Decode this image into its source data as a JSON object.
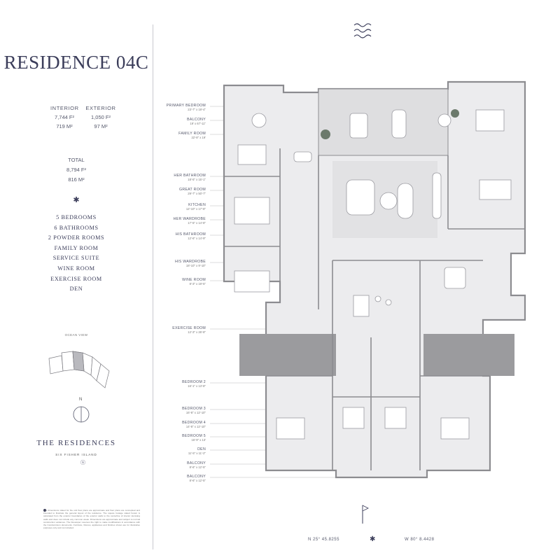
{
  "residence": {
    "title": "RESIDENCE 04C",
    "interior": {
      "label": "INTERIOR",
      "sqft": "7,744 F²",
      "sqm": "719 M²"
    },
    "exterior": {
      "label": "EXTERIOR",
      "sqft": "1,050 F²",
      "sqm": "97 M²"
    },
    "total": {
      "label": "TOTAL",
      "sqft": "8,794 F²",
      "sqm": "816 M²"
    },
    "star": "✱",
    "features": [
      "5 BEDROOMS",
      "6 BATHROOMS",
      "2 POWDER ROOMS",
      "FAMILY ROOM",
      "SERVICE SUITE",
      "WINE ROOM",
      "EXERCISE ROOM",
      "DEN"
    ]
  },
  "keyplan": {
    "ocean_label": "OCEAN VIEW",
    "north_label": "N"
  },
  "brand": {
    "name": "THE RESIDENCES",
    "sub": "SIX FISHER ISLAND",
    "icon": "ⓢ"
  },
  "disclaimer": "The dimensions stated for the unit floor plans are approximate and floor plans are conceptual and intended to illustrate the general layout of the residence. The square footage stated herein is calculated from the exterior boundaries of the exterior walls to the centerline of interior demising walls and does not include any common areas. Dimensions are approximate and subject to normal construction variances. The Developer reserves the right to make modifications in accordance with the Condominium documents. Furniture, fixtures, appliances and finishes shown are for illustrative purposes only and not included.",
  "room_labels": [
    {
      "name": "PRIMARY BEDROOM",
      "dims": "23'-7\" x 19'-4\""
    },
    {
      "name": "BALCONY",
      "dims": "19' x 67'-11\""
    },
    {
      "name": "FAMILY ROOM",
      "dims": "22'-8\" x 19'"
    },
    {
      "name": "HER BATHROOM",
      "dims": "18'-5\" x 15'-1\""
    },
    {
      "name": "GREAT ROOM",
      "dims": "29'-7\" x 50'-7\""
    },
    {
      "name": "KITCHEN",
      "dims": "12'-10\" x 17'-8\""
    },
    {
      "name": "HER WARDROBE",
      "dims": "17'-5\" x 14'-8\""
    },
    {
      "name": "HIS BATHROOM",
      "dims": "12'-6\" x 14'-9\""
    },
    {
      "name": "HIS WARDROBE",
      "dims": "18'-10\" x 9'-10\""
    },
    {
      "name": "WINE ROOM",
      "dims": "8'-3\" x 19'-5\""
    },
    {
      "name": "EXERCISE ROOM",
      "dims": "12'-3\" x 26'-8\""
    },
    {
      "name": "BEDROOM 2",
      "dims": "16'-1\" x 13'-8\""
    },
    {
      "name": "BEDROOM 3",
      "dims": "16'-8\" x 12'-10\""
    },
    {
      "name": "BEDROOM 4",
      "dims": "14'-8\" x 12'-10\""
    },
    {
      "name": "BEDROOM 5",
      "dims": "16'-9\" x 13'"
    },
    {
      "name": "DEN",
      "dims": "11'-5\" x 11'-2\""
    },
    {
      "name": "BALCONY",
      "dims": "8'-6\" x 12'-5\""
    },
    {
      "name": "BALCONY",
      "dims": "8'-6\" x 12'-5\""
    }
  ],
  "coordinates": {
    "north": "N 25° 45.8255",
    "west": "W 80° 8.4428",
    "separator": "✱"
  },
  "colors": {
    "text": "#3b3d5a",
    "wall": "#8c8c90",
    "floor": "#ececee",
    "terrace": "#dedee0",
    "core": "#9b9b9e"
  }
}
